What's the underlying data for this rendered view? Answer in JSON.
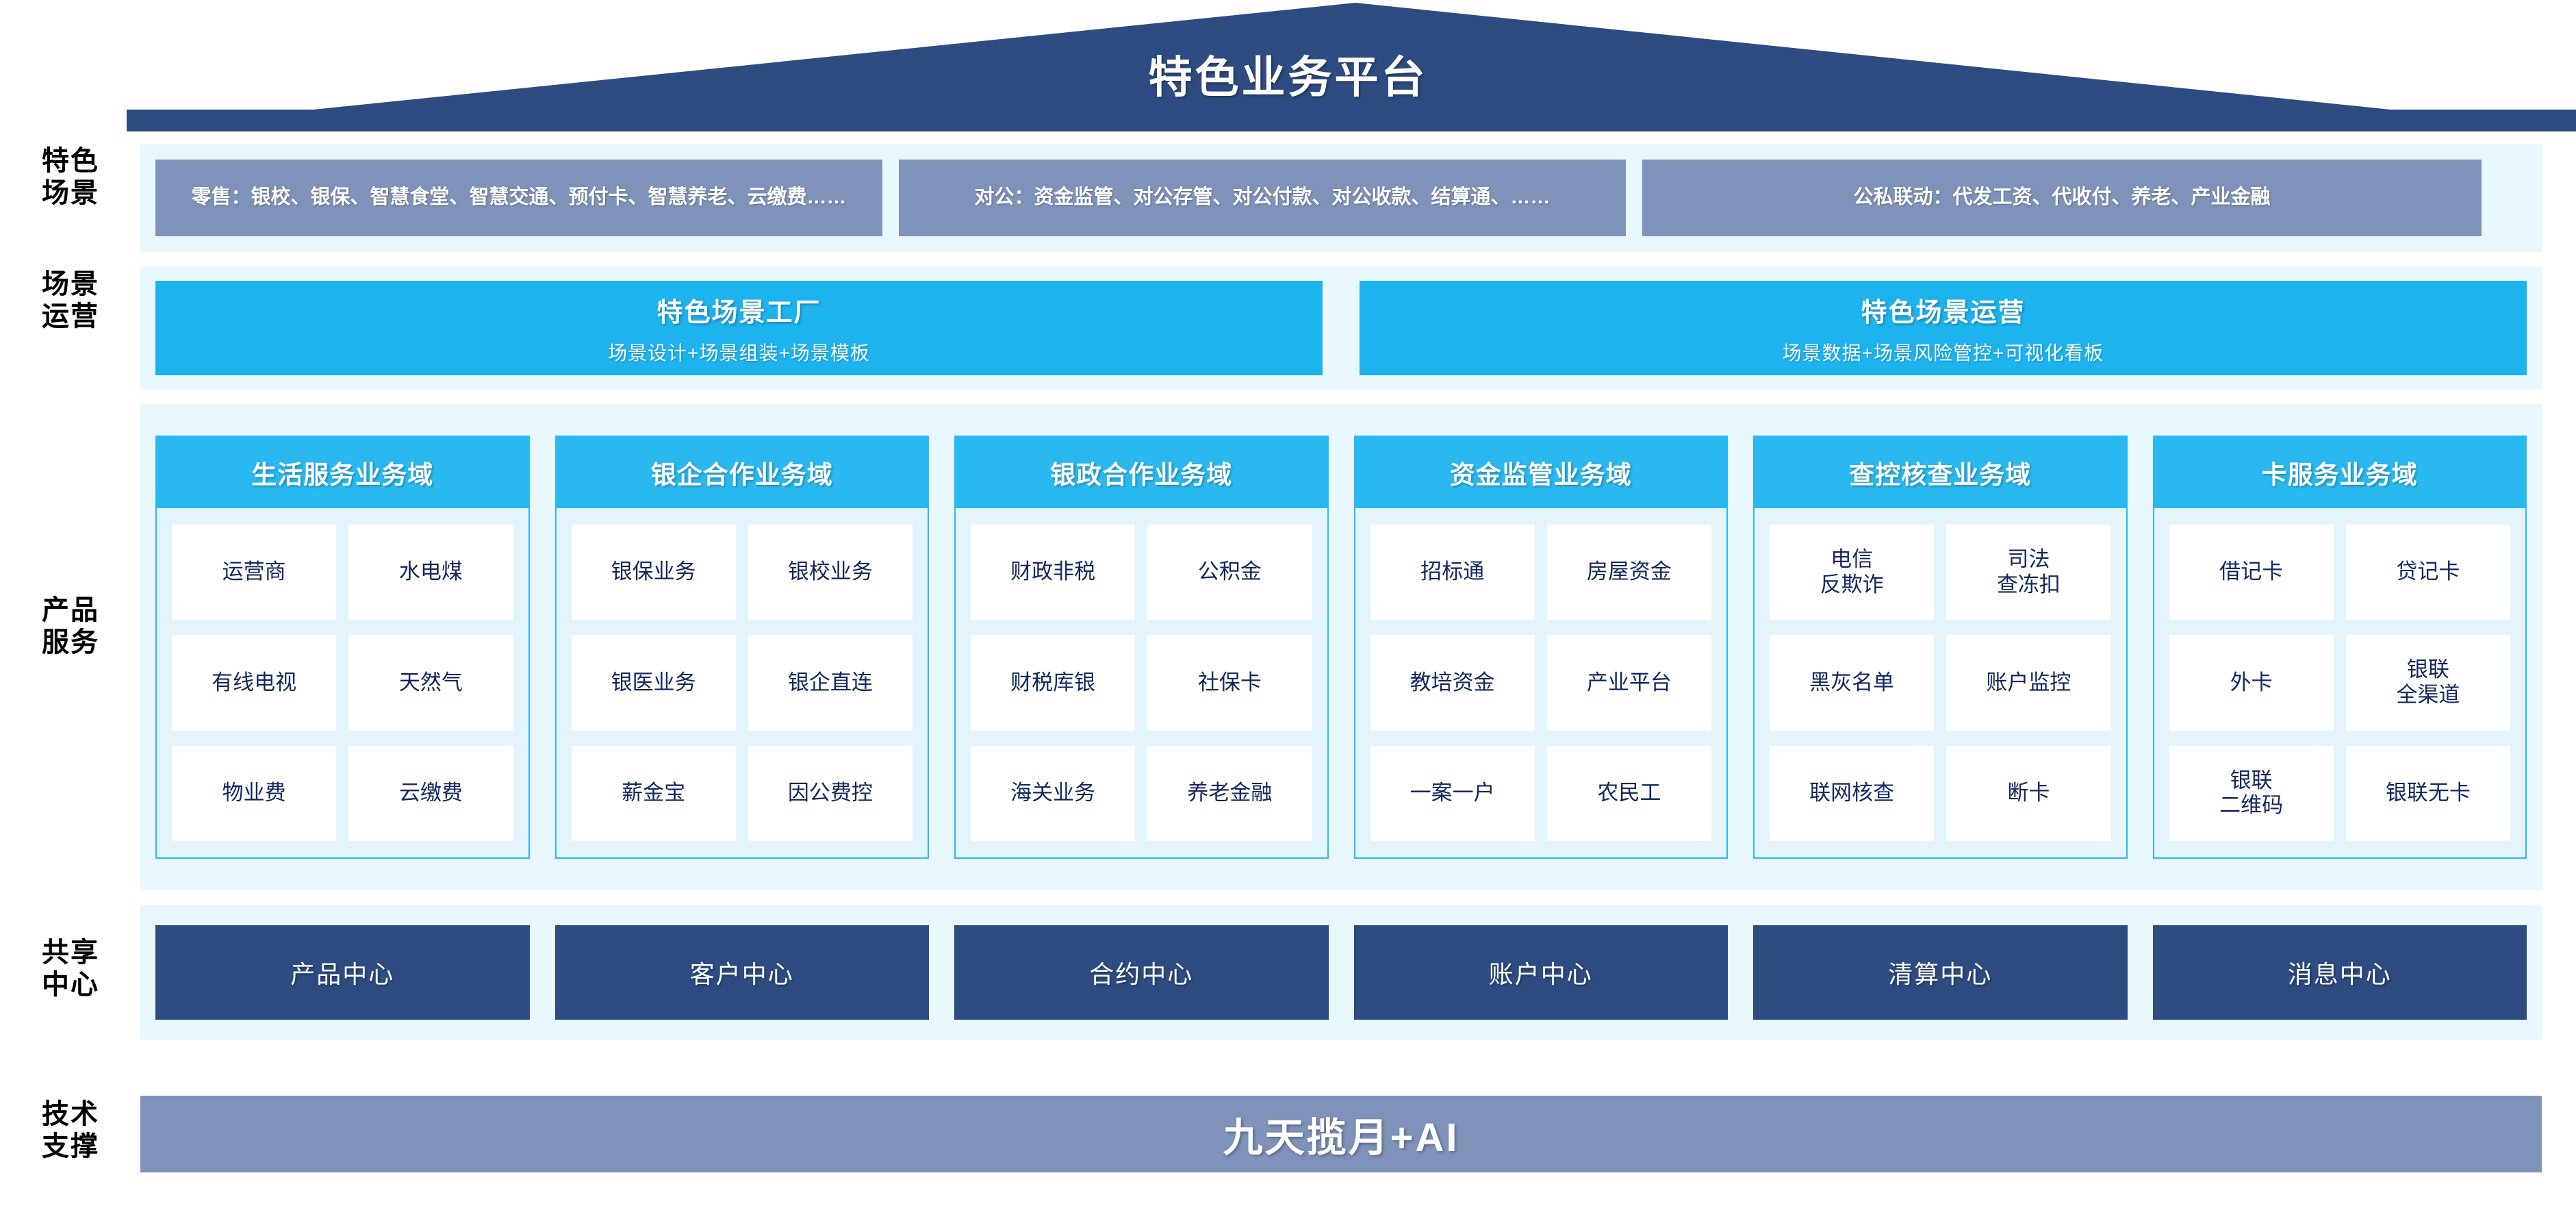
{
  "header": {
    "title": "特色业务平台",
    "roof_color": "#2e4c82"
  },
  "rows": {
    "scene_label": "特色\n场景",
    "ops_label": "场景\n运营",
    "product_label": "产品\n服务",
    "shared_label": "共享\n中心",
    "tech_label": "技术\n支撑"
  },
  "scenes": [
    {
      "text": "零售：银校、银保、智慧食堂、智慧交通、预付卡、智慧养老、云缴费……"
    },
    {
      "text": "对公：资金监管、对公存管、对公付款、对公收款、结算通、……"
    },
    {
      "text": "公私联动：代发工资、代收付、养老、产业金融"
    }
  ],
  "operations": [
    {
      "title": "特色场景工厂",
      "subtitle": "场景设计+场景组装+场景模板"
    },
    {
      "title": "特色场景运营",
      "subtitle": "场景数据+场景风险管控+可视化看板"
    }
  ],
  "domains": [
    {
      "title": "生活服务业务域",
      "items": [
        "运营商",
        "水电煤",
        "有线电视",
        "天然气",
        "物业费",
        "云缴费"
      ]
    },
    {
      "title": "银企合作业务域",
      "items": [
        "银保业务",
        "银校业务",
        "银医业务",
        "银企直连",
        "薪金宝",
        "因公费控"
      ]
    },
    {
      "title": "银政合作业务域",
      "items": [
        "财政非税",
        "公积金",
        "财税库银",
        "社保卡",
        "海关业务",
        "养老金融"
      ]
    },
    {
      "title": "资金监管业务域",
      "items": [
        "招标通",
        "房屋资金",
        "教培资金",
        "产业平台",
        "一案一户",
        "农民工"
      ]
    },
    {
      "title": "查控核查业务域",
      "items": [
        "电信\n反欺诈",
        "司法\n查冻扣",
        "黑灰名单",
        "账户监控",
        "联网核查",
        "断卡"
      ]
    },
    {
      "title": "卡服务业务域",
      "items": [
        "借记卡",
        "贷记卡",
        "外卡",
        "银联\n全渠道",
        "银联\n二维码",
        "银联无卡"
      ]
    }
  ],
  "shared_centers": [
    "产品中心",
    "客户中心",
    "合约中心",
    "账户中心",
    "清算中心",
    "消息中心"
  ],
  "tech": {
    "label": "九天揽月+AI"
  },
  "colors": {
    "navy": "#2e4c82",
    "slate": "#7f92ba",
    "cyan": "#29b9f0",
    "cyan_bright": "#1cb3ef",
    "band": "#e9f7fe",
    "card_body": "#e3f4fc",
    "item_text": "#13265e"
  }
}
